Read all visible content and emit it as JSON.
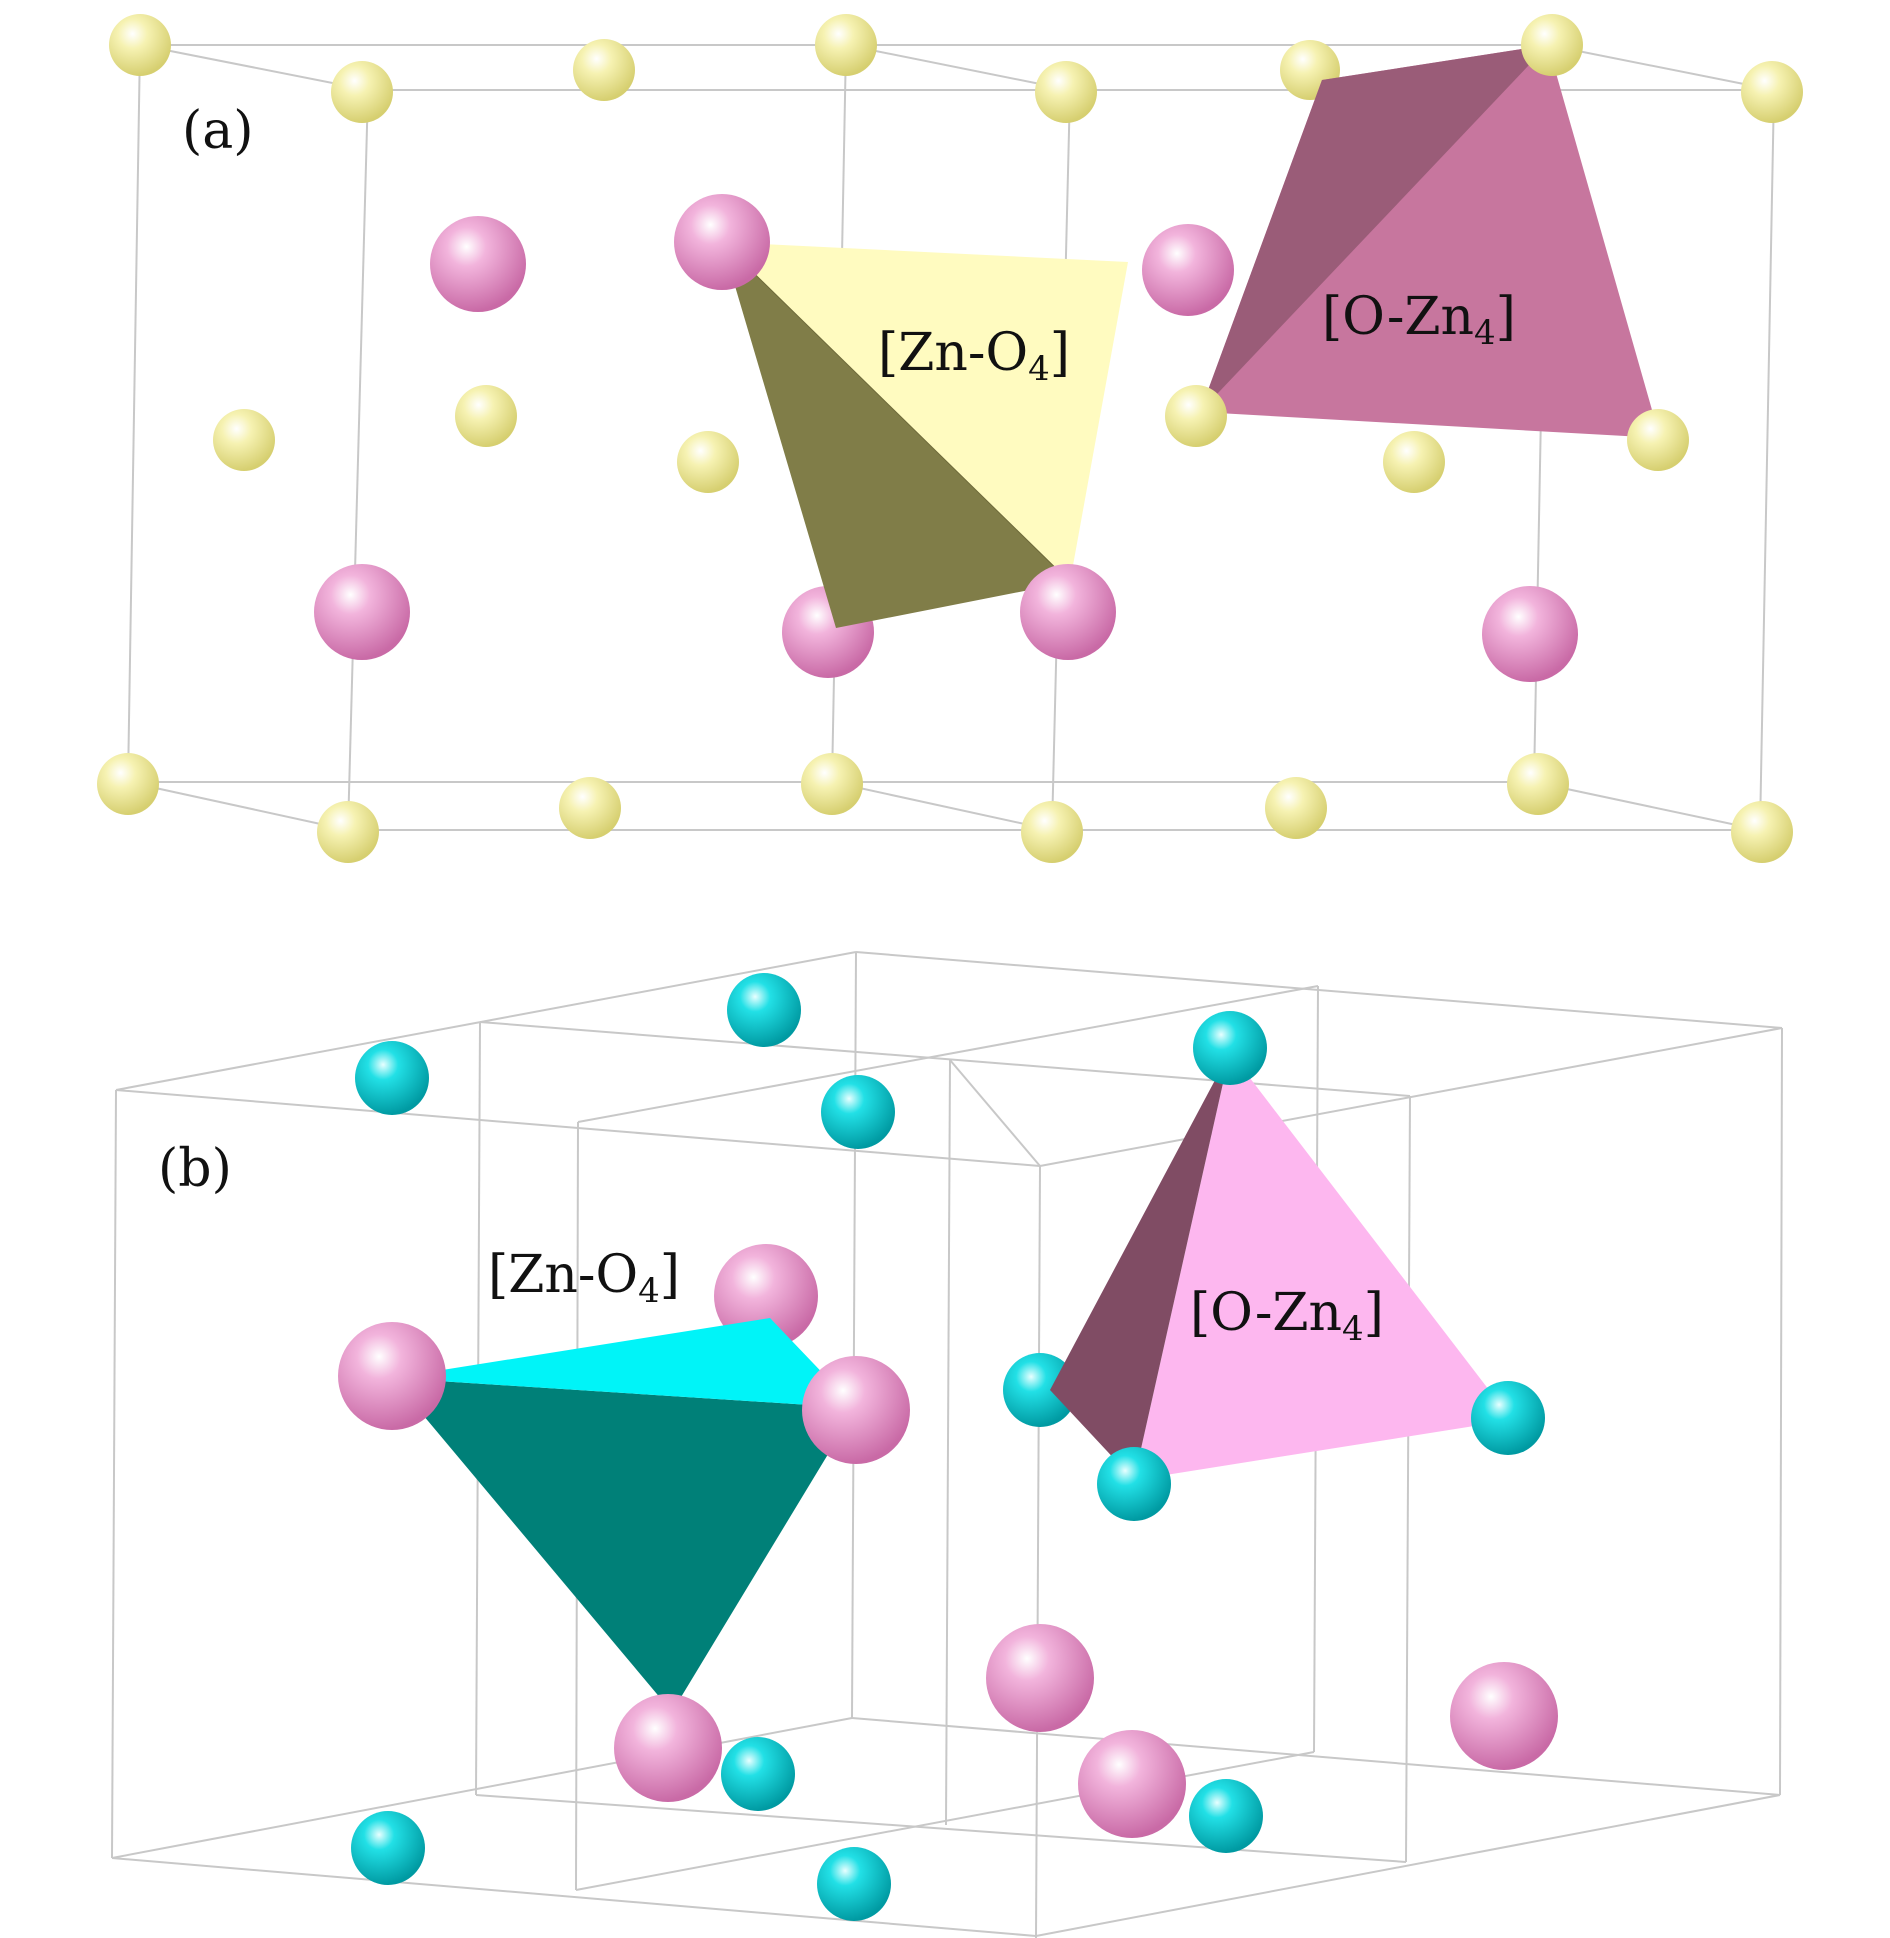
{
  "panels": [
    {
      "id": "a",
      "label": "(a)",
      "polyhedra": [
        {
          "label": "[Zn-O",
          "sub": "4",
          "close": "]"
        },
        {
          "label": "[O-Zn",
          "sub": "4",
          "close": "]"
        }
      ]
    },
    {
      "id": "b",
      "label": "(b)",
      "polyhedra": [
        {
          "label": "[Zn-O",
          "sub": "4",
          "close": "]"
        },
        {
          "label": "[O-Zn",
          "sub": "4",
          "close": "]"
        }
      ]
    }
  ],
  "colors": {
    "frame": "#c8c8c8",
    "o_atom_a": "#f3f0a0",
    "zn_atom": "#ee9fd2",
    "o_atom_b": "#00d0d8",
    "znO4_a_light": "#fffbc0",
    "znO4_a_dark": "#807d48",
    "oZn4_a_light": "#c7769e",
    "oZn4_a_dark": "#9a5c78",
    "znO4_b_light": "#00f4f8",
    "znO4_b_dark": "#008078",
    "oZn4_b_light": "#fdb7ef",
    "oZn4_b_dark": "#804c64"
  }
}
